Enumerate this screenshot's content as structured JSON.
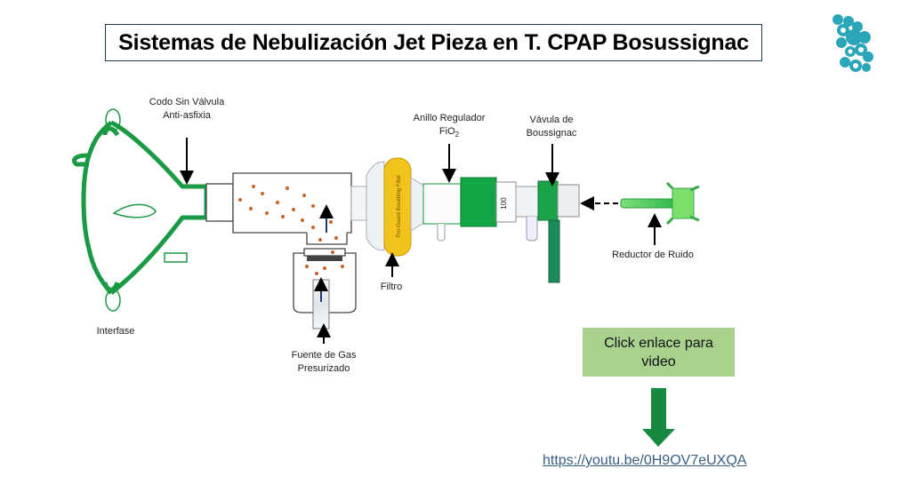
{
  "title": "Sistemas de Nebulización Jet Pieza en T. CPAP Bosussignac",
  "labels": {
    "codo_line1": "Codo Sin Válvula",
    "codo_line2": "Anti-asfixia",
    "anillo_line1": "Anillo Regulador",
    "anillo_fio": "FiO",
    "anillo_sub": "2",
    "valvula_line1": "Vávula de",
    "valvula_line2": "Boussignac",
    "reductor": "Reductor de Ruido",
    "interfase": "Interfase",
    "filtro": "Filtro",
    "fuente_line1": "Fuente de Gas",
    "fuente_line2": "Presurizado",
    "ring_value": "100",
    "filter_text": "Pro-Guard Breathing Filter"
  },
  "cta": {
    "text": "Click enlace para video"
  },
  "link": {
    "text": "https://youtu.be/0H9OV7eUXQA"
  },
  "colors": {
    "mask_green": "#1a9a45",
    "connector_green": "#13a84b",
    "filter_yellow": "#f2c31a",
    "particle_orange": "#c8642a",
    "cta_bg": "#a9d18e",
    "arrow_green": "#178a3f",
    "logo_teal": "#2aa6b8",
    "link_blue": "#3a5e86"
  }
}
